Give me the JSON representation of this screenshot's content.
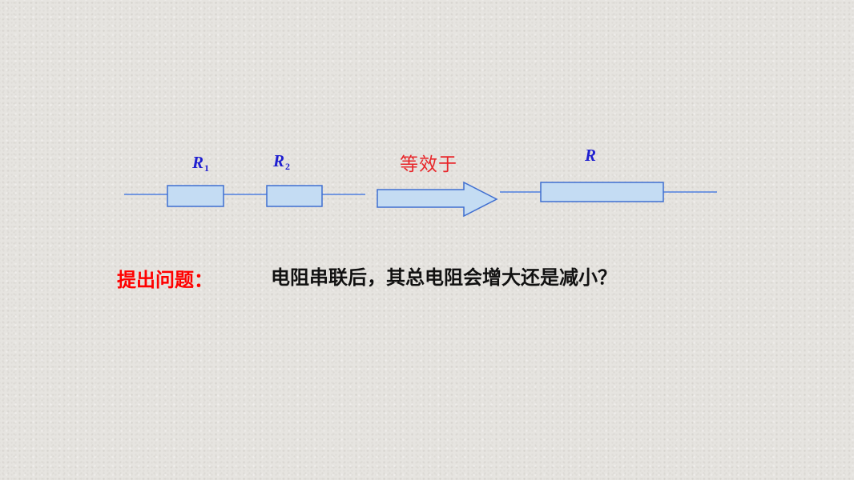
{
  "diagram": {
    "labels": {
      "r1": {
        "main": "R",
        "sub": "1"
      },
      "r2": {
        "main": "R",
        "sub": "2"
      },
      "r": "R"
    },
    "arrow_text": "等效于"
  },
  "question": {
    "label": "提出问题：",
    "text": "电阻串联后，其总电阻会增大还是减小？"
  },
  "colors": {
    "resistor_fill": "#c4dcf3",
    "resistor_stroke": "#3f6ed0",
    "wire": "#4f7fe0",
    "label_blue": "#1f1fd0",
    "red": "#e8262a"
  }
}
